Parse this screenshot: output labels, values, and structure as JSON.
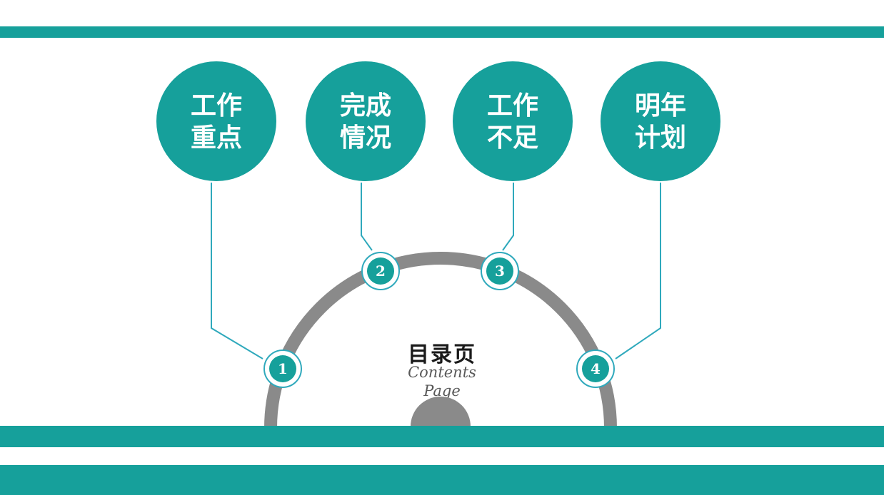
{
  "slide": {
    "colors": {
      "accent_teal": "#16A09B",
      "connector_teal": "#2FA9BC",
      "arc_gray": "#8A8A8A",
      "subtitle_gray": "#595959"
    }
  },
  "topics": [
    {
      "number": "1",
      "label_line1": "工作",
      "label_line2": "重点"
    },
    {
      "number": "2",
      "label_line1": "完成",
      "label_line2": "情况"
    },
    {
      "number": "3",
      "label_line1": "工作",
      "label_line2": "不足"
    },
    {
      "number": "4",
      "label_line1": "明年",
      "label_line2": "计划"
    }
  ],
  "center": {
    "title": "目录页",
    "subtitle_line1": "Contents",
    "subtitle_line2": "Page"
  }
}
